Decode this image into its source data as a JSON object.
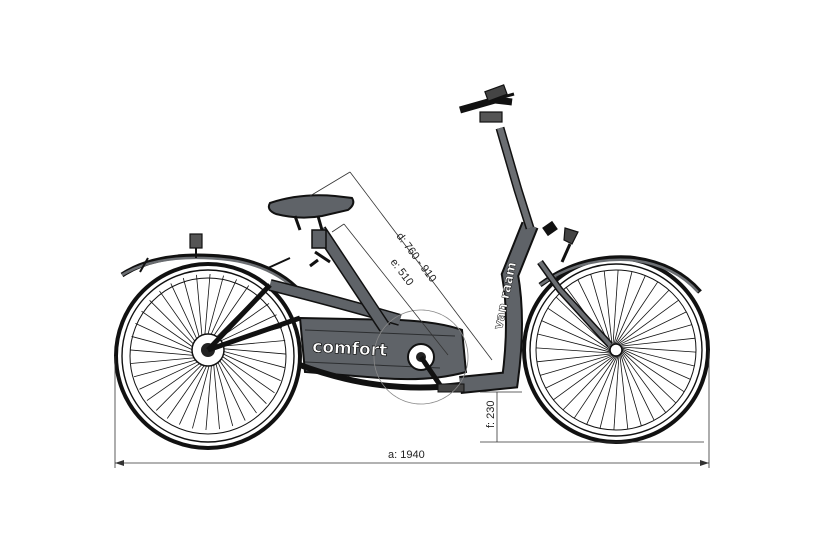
{
  "dimensions": {
    "a": "a: 1940",
    "d": "d: 760 - 910",
    "e": "e: 510",
    "f": "f: 230"
  },
  "branding": {
    "model": "comfort",
    "brand": "van raam"
  },
  "colors": {
    "frame": "#5f6368",
    "frame_dark": "#3f4246",
    "line": "#111111",
    "dim_line": "#333333",
    "background": "#ffffff"
  }
}
